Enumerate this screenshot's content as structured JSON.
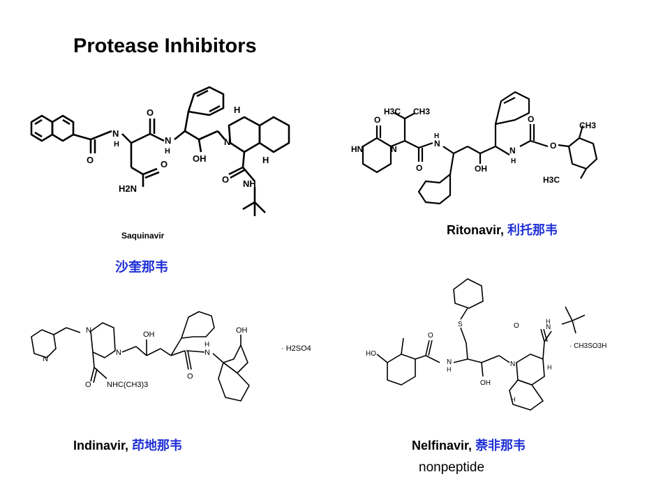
{
  "slide": {
    "title": "Protease Inhibitors"
  },
  "saquinavir": {
    "label": "Saquinavir",
    "chinese": "沙奎那韦",
    "atoms": {
      "h2n": "H2N",
      "o": "O",
      "n": "N",
      "h": "H",
      "oh": "OH",
      "nh": "NH"
    }
  },
  "ritonavir": {
    "name": "Ritonavir,",
    "chinese": "利托那韦",
    "atoms": {
      "h3c": "H3C",
      "ch3": "CH3",
      "hn": "HN",
      "o": "O",
      "n": "N",
      "h": "H",
      "oh": "OH"
    }
  },
  "indinavir": {
    "name": "Indinavir,",
    "chinese": "茚地那韦",
    "salt": "· H2SO4",
    "atoms": {
      "n": "N",
      "oh": "OH",
      "h": "H",
      "o": "O",
      "nhc": "NHC(CH3)3"
    }
  },
  "nelfinavir": {
    "name": "Nelfinavir,",
    "chinese": "萘非那韦",
    "salt": "· CH3SO3H",
    "note": "nonpeptide",
    "atoms": {
      "ho": "HO",
      "o": "O",
      "s": "S",
      "n": "N",
      "h": "H",
      "oh": "OH"
    }
  }
}
